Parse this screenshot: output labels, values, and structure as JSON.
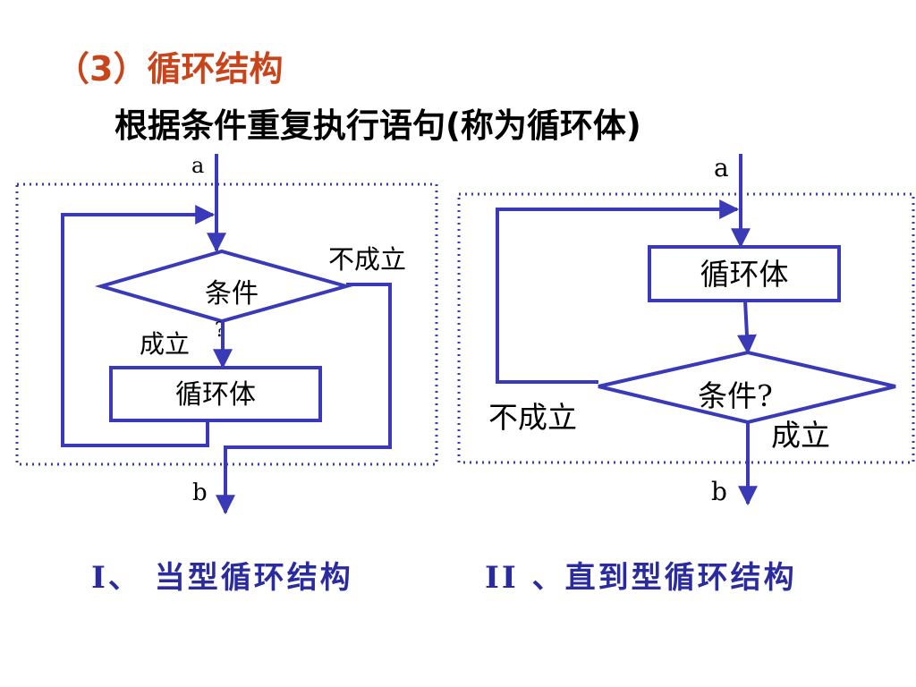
{
  "heading": "（3）循环结构",
  "subheading": "根据条件重复执行语句(称为循环体)",
  "colors": {
    "heading": "#c8441b",
    "line": "#3a3ab8",
    "frame": "#3a3ab8",
    "caption": "#2b2ba0",
    "text": "#000000"
  },
  "while_loop": {
    "entry_label": "a",
    "exit_label": "b",
    "condition_label": "条件",
    "condition_mark": "?",
    "true_label": "成立",
    "false_label": "不成立",
    "body_label": "循环体",
    "caption": "I、 当型循环结构"
  },
  "until_loop": {
    "entry_label": "a",
    "exit_label": "b",
    "condition_label": "条件?",
    "true_label": "成立",
    "false_label": "不成立",
    "body_label": "循环体",
    "caption": "II 、直到型循环结构"
  }
}
